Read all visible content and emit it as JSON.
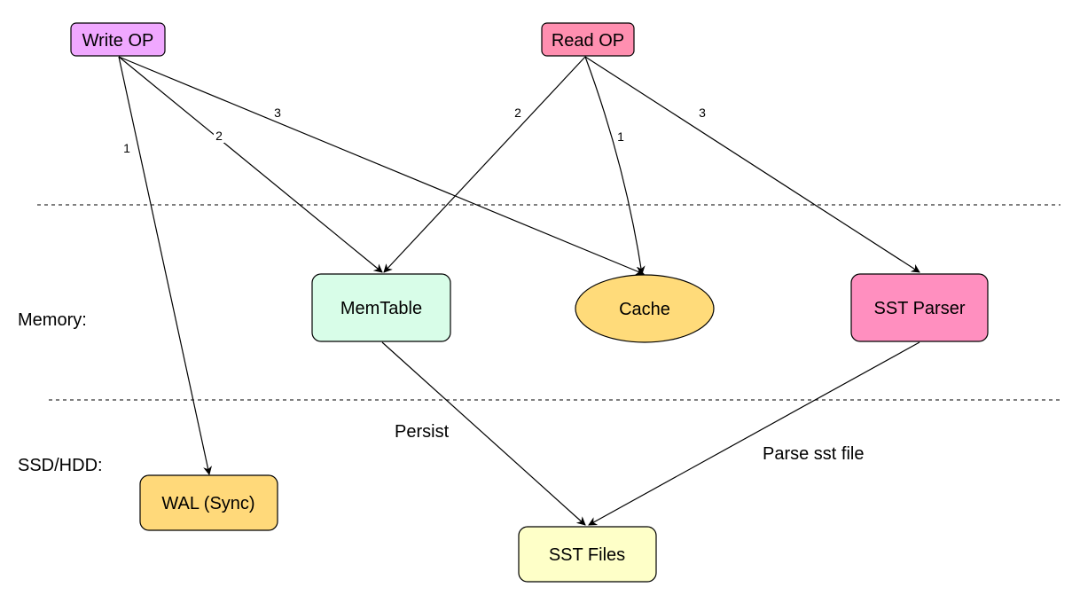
{
  "colors": {
    "write_op": "#f0a8ff",
    "read_op": "#ff8fb0",
    "memtable": "#d8fde8",
    "cache": "#ffdb7a",
    "sst_parser": "#ff8fbf",
    "wal": "#ffd97a",
    "sst_files": "#feffc8",
    "stroke": "#000000",
    "divider": "#333333"
  },
  "layers": {
    "memory_label": "Memory:",
    "storage_label": "SSD/HDD:"
  },
  "nodes": {
    "write_op": "Write OP",
    "read_op": "Read OP",
    "memtable": "MemTable",
    "cache": "Cache",
    "sst_parser": "SST Parser",
    "wal": "WAL (Sync)",
    "sst_files": "SST Files"
  },
  "edges": {
    "write_to_wal": "1",
    "write_to_memtable": "2",
    "write_to_cache": "3",
    "read_to_cache": "1",
    "read_to_memtable": "2",
    "read_to_sst_parser": "3",
    "memtable_to_sst_files": "Persist",
    "sst_parser_to_sst_files": "Parse sst file"
  }
}
